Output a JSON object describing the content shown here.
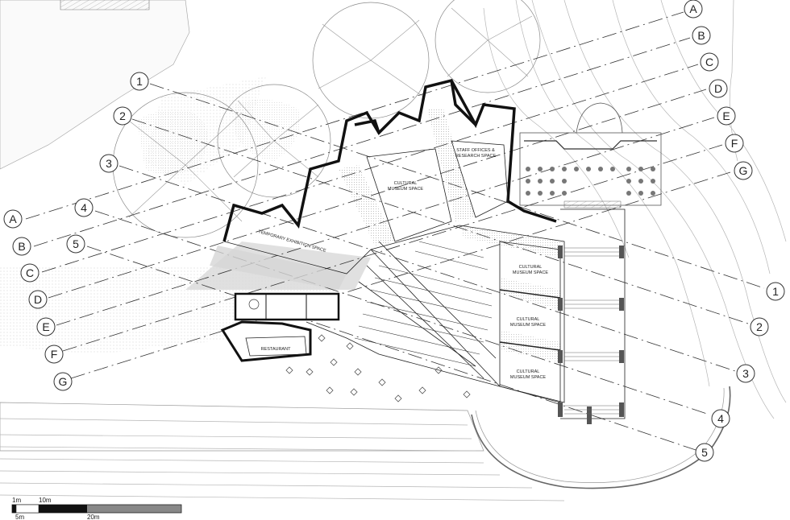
{
  "grid_labels": {
    "letters_upper": [
      "A",
      "B",
      "C",
      "D",
      "E",
      "F",
      "G"
    ],
    "letters_lower": [
      "A",
      "B",
      "C",
      "D",
      "E",
      "F",
      "G"
    ],
    "numbers_upper": [
      "1",
      "2",
      "3",
      "4",
      "5"
    ],
    "numbers_lower": [
      "1",
      "2",
      "3",
      "4",
      "5"
    ]
  },
  "rooms": {
    "temporary_exhibition": "TEMPORARY EXHIBITION SPACE",
    "cultural_museum_1_a": "CULTURAL",
    "cultural_museum_1_b": "MUSEUM SPACE",
    "staff_offices_a": "STAFF OFFICES &",
    "staff_offices_b": "RESEARCH SPACE",
    "cultural_museum_2_a": "CULTURAL",
    "cultural_museum_2_b": "MUSEUM SPACE",
    "cultural_museum_3_a": "CULTURAL",
    "cultural_museum_3_b": "MUSEUM SPACE",
    "cultural_museum_4_a": "CULTURAL",
    "cultural_museum_4_b": "MUSEUM SPACE",
    "restaurant": "RESTAURANT"
  },
  "scale_bar": {
    "label_1m": "1m",
    "label_5m": "5m",
    "label_10m": "10m",
    "label_20m": "20m"
  }
}
